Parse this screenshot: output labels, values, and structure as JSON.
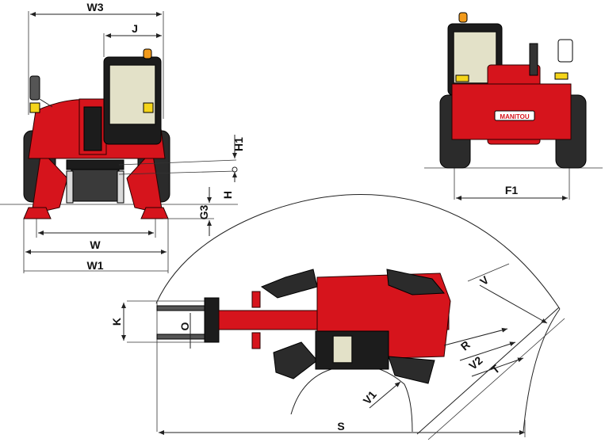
{
  "brand": {
    "logo_text": "MANITOU"
  },
  "dimensions": {
    "w3": "W3",
    "j": "J",
    "h1": "H1",
    "h": "H",
    "g3": "G3",
    "w": "W",
    "w1": "W1",
    "f1": "F1",
    "k": "K",
    "o": "O",
    "v": "V",
    "r": "R",
    "v2": "V2",
    "t": "T",
    "v1": "V1",
    "s": "S"
  },
  "colors": {
    "machine_red": "#d6141c",
    "tyre_black": "#2b2b2b",
    "beacon_orange": "#f29a1a",
    "light_yellow": "#f5d51a",
    "cab_glass": "#e3e1c8"
  }
}
